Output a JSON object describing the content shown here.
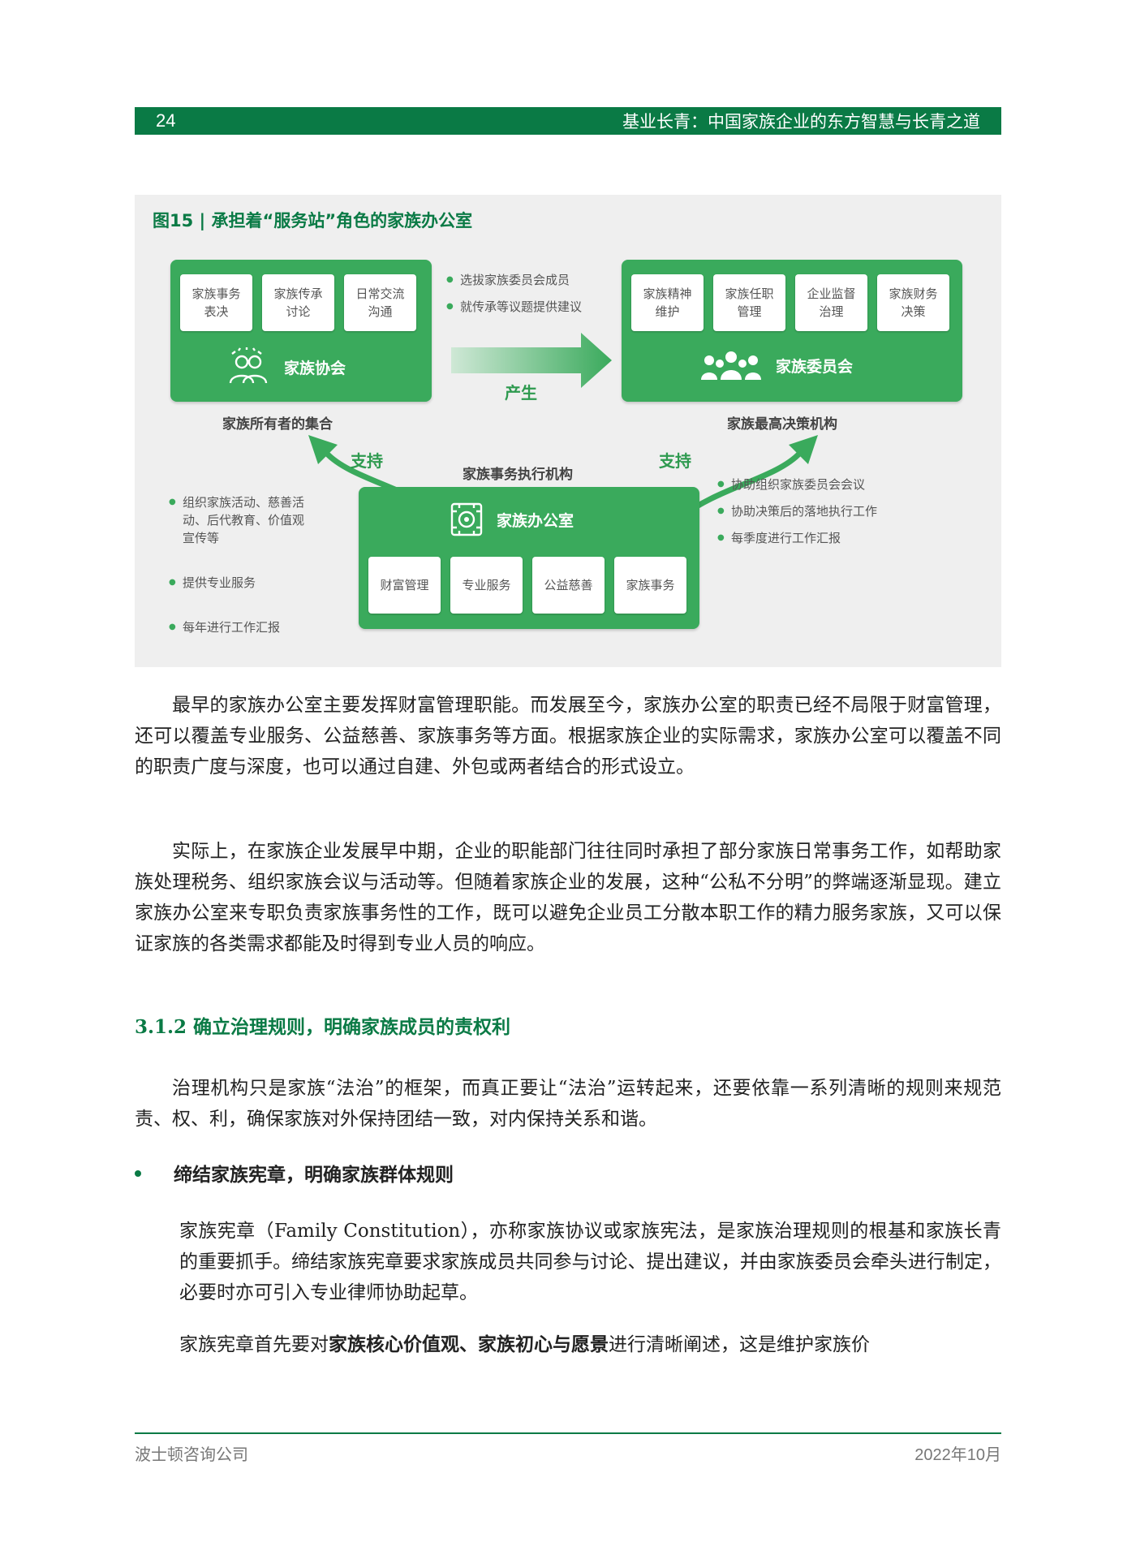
{
  "header": {
    "page_number": "24",
    "title": "基业长青：中国家族企业的东方智慧与长青之道"
  },
  "figure": {
    "title": "图15 | 承担着“服务站”角色的家族办公室",
    "association": {
      "items": [
        "家族事务\n表决",
        "家族传承\n讨论",
        "日常交流\n沟通"
      ],
      "name": "家族协会",
      "caption": "家族所有者的集合"
    },
    "committee": {
      "items": [
        "家族精神\n维护",
        "家族任职\n管理",
        "企业监督\n治理",
        "家族财务\n决策"
      ],
      "name": "家族委员会",
      "caption": "家族最高决策机构"
    },
    "produce_bullets": [
      "选拔家族委员会成员",
      "就传承等议题提供建议"
    ],
    "produce_label": "产生",
    "support_left": "支持",
    "support_right": "支持",
    "office": {
      "caption": "家族事务执行机构",
      "name": "家族办公室",
      "items": [
        "财富管理",
        "专业服务",
        "公益慈善",
        "家族事务"
      ]
    },
    "left_bullets": [
      "组织家族活动、慈善活\n动、后代教育、价值观\n宣传等",
      "提供专业服务",
      "每年进行工作汇报"
    ],
    "right_bullets": [
      "协助组织家族委员会会议",
      "协助决策后的落地执行工作",
      "每季度进行工作汇报"
    ]
  },
  "body": {
    "para1": "最早的家族办公室主要发挥财富管理职能。而发展至今，家族办公室的职责已经不局限于财富管理，还可以覆盖专业服务、公益慈善、家族事务等方面。根据家族企业的实际需求，家族办公室可以覆盖不同的职责广度与深度，也可以通过自建、外包或两者结合的形式设立。",
    "para2": "实际上，在家族企业发展早中期，企业的职能部门往往同时承担了部分家族日常事务工作，如帮助家族处理税务、组织家族会议与活动等。但随着家族企业的发展，这种“公私不分明”的弊端逐渐显现。建立家族办公室来专职负责家族事务性的工作，既可以避免企业员工分散本职工作的精力服务家族，又可以保证家族的各类需求都能及时得到专业人员的响应。",
    "section_heading": "3.1.2 确立治理规则，明确家族成员的责权利",
    "para3": "治理机构只是家族“法治”的框架，而真正要让“法治”运转起来，还要依靠一系列清晰的规则来规范责、权、利，确保家族对外保持团结一致，对内保持关系和谐。",
    "bullet_heading": "缔结家族宪章，明确家族群体规则",
    "para4": "家族宪章（Family Constitution），亦称家族协议或家族宪法，是家族治理规则的根基和家族长青的重要抓手。缔结家族宪章要求家族成员共同参与讨论、提出建议，并由家族委员会牵头进行制定，必要时亦可引入专业律师协助起草。",
    "para5_start": "家族宪章首先要对",
    "para5_bold": "家族核心价值观、家族初心与愿景",
    "para5_end": "进行清晰阐述，这是维护家族价"
  },
  "footer": {
    "company": "波士顿咨询公司",
    "date": "2022年10月"
  },
  "colors": {
    "brand_green": "#0a7a45",
    "box_green": "#3aaa5c",
    "figure_bg": "#efefef"
  }
}
